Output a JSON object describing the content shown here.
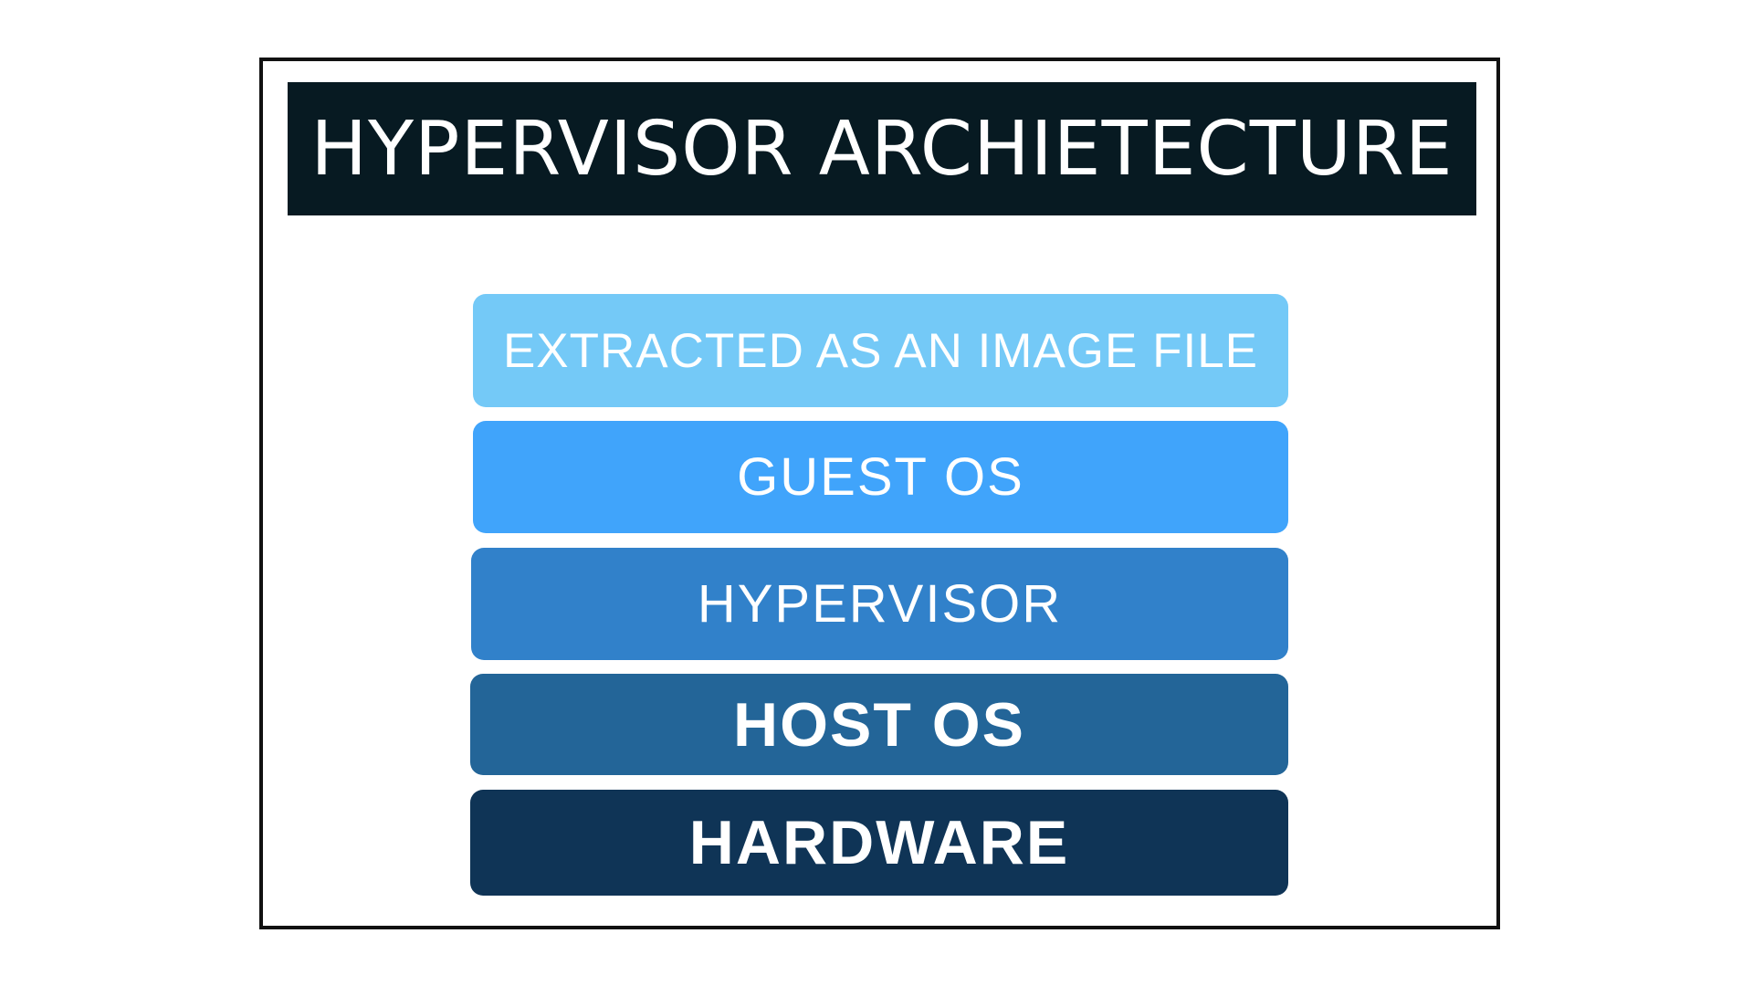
{
  "title": "HYPERVISOR ARCHIETECTURE",
  "layers": [
    {
      "label": "EXTRACTED AS AN IMAGE FILE",
      "color": "#74c9f7"
    },
    {
      "label": "GUEST OS",
      "color": "#40a4fb"
    },
    {
      "label": "HYPERVISOR",
      "color": "#3181ca"
    },
    {
      "label": "HOST OS",
      "color": "#236598"
    },
    {
      "label": "HARDWARE",
      "color": "#0f3456"
    }
  ],
  "colors": {
    "title_background": "#071a22",
    "frame_border": "#111111",
    "text": "#ffffff"
  }
}
